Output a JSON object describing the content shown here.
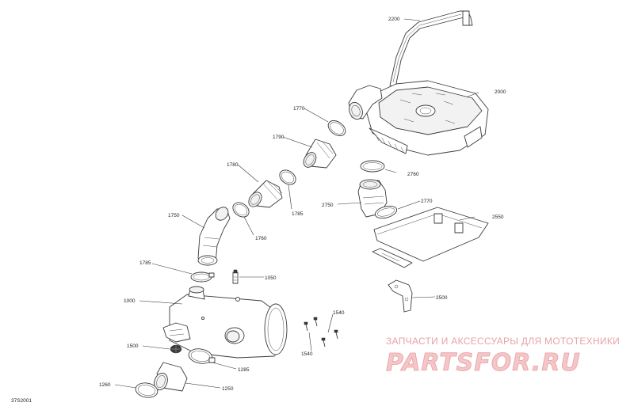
{
  "diagram_code": "37S2001",
  "callouts": {
    "p2200": "2200",
    "p2000": "2000",
    "p1770": "1770",
    "p1790": "1790",
    "p2760": "2760",
    "p1780": "1780",
    "p1785a": "1785",
    "p2750": "2750",
    "p2770": "2770",
    "p2550": "2550",
    "p1750": "1750",
    "p1760": "1760",
    "p1785b": "1785",
    "p1050": "1050",
    "p2500": "2500",
    "p1000": "1000",
    "p1540a": "1540",
    "p1540b": "1540",
    "p1500": "1500",
    "p1285": "1285",
    "p1260": "1260",
    "p1250": "1250"
  },
  "watermark": {
    "tagline": "ЗАПЧАСТИ И АКСЕССУАРЫ ДЛЯ МОТОТЕХНИКИ",
    "brand": "PARTSFOR.RU"
  },
  "colors": {
    "line": "#3a3a3a",
    "watermark_text": "#e8a3a7",
    "watermark_fill": "#f4c6c8"
  }
}
